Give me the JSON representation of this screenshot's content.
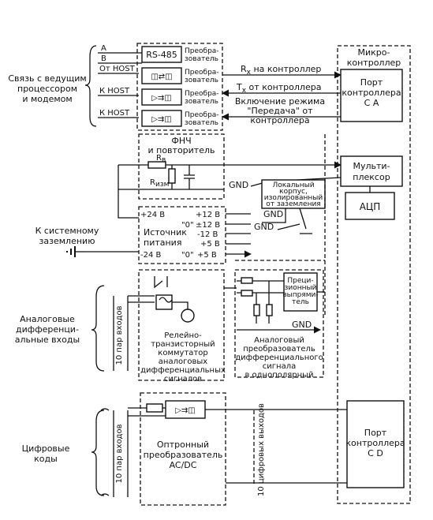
{
  "left": {
    "host_link": [
      "Связь с ведущим",
      "процессором",
      "и модемом"
    ],
    "system_ground": [
      "К системному",
      "заземлению"
    ],
    "analog_inputs": [
      "Аналоговые",
      "дифференци-",
      "альные входы"
    ],
    "digital_codes": [
      "Цифровые",
      "коды"
    ],
    "pairs_label": "10 пар входов"
  },
  "lines": {
    "a": "A",
    "b": "B",
    "from_host": "От HOST",
    "to_host_1": "К HOST",
    "to_host_2": "К HOST"
  },
  "blocks": {
    "rs485": "RS-485",
    "converter": [
      "Преобра-",
      "зователь"
    ],
    "lpf": [
      "ФНЧ",
      "и повторитель"
    ],
    "rb": "R",
    "rb_sub": "в",
    "rizm": "R",
    "rizm_sub": "изм",
    "power": [
      "Источник",
      "питания"
    ],
    "power_rails": {
      "p24": "+24 В",
      "m24": "-24 В",
      "p12": "+12 В",
      "zero_pm12_a": "\"0\"",
      "pm12": "±12 В",
      "m12": "-12 В",
      "p5": "+5 В",
      "zero_p5": "\"0\"",
      "p5b": "+5 В"
    },
    "relay": [
      "Релейно-",
      "транзисторный",
      "коммутатор",
      "аналоговых",
      "дифференциальных",
      "сигналов"
    ],
    "analog_conv": [
      "Аналоговый",
      "преобразователь",
      "дифференциального",
      "сигнала",
      "в однополярный"
    ],
    "precise_rect": [
      "Преци-",
      "зионный",
      "выпрями-",
      "тель"
    ],
    "optron": [
      "Оптронный",
      "преобразователь",
      "AC/DC"
    ],
    "digital_outputs": "10 цифровых выходов",
    "local_case": [
      "Локальный",
      "корпус,",
      "изолированный",
      "от заземления"
    ],
    "gnd": "GND"
  },
  "right": {
    "mcu": [
      "Микро-",
      "контроллер"
    ],
    "port_a": [
      "Порт",
      "контроллера",
      "С А"
    ],
    "mux": [
      "Мульти-",
      "плексор"
    ],
    "adc": "АЦП",
    "port_d": [
      "Порт",
      "контроллера",
      "С D"
    ]
  },
  "signals": {
    "rx": "R",
    "rx_sub": "x",
    "rx_text": " на контроллер",
    "tx": "T",
    "tx_sub": "x",
    "tx_text": " от контроллера",
    "mode": [
      "Включение режима",
      "\"Передача\" от",
      "контроллера"
    ]
  }
}
